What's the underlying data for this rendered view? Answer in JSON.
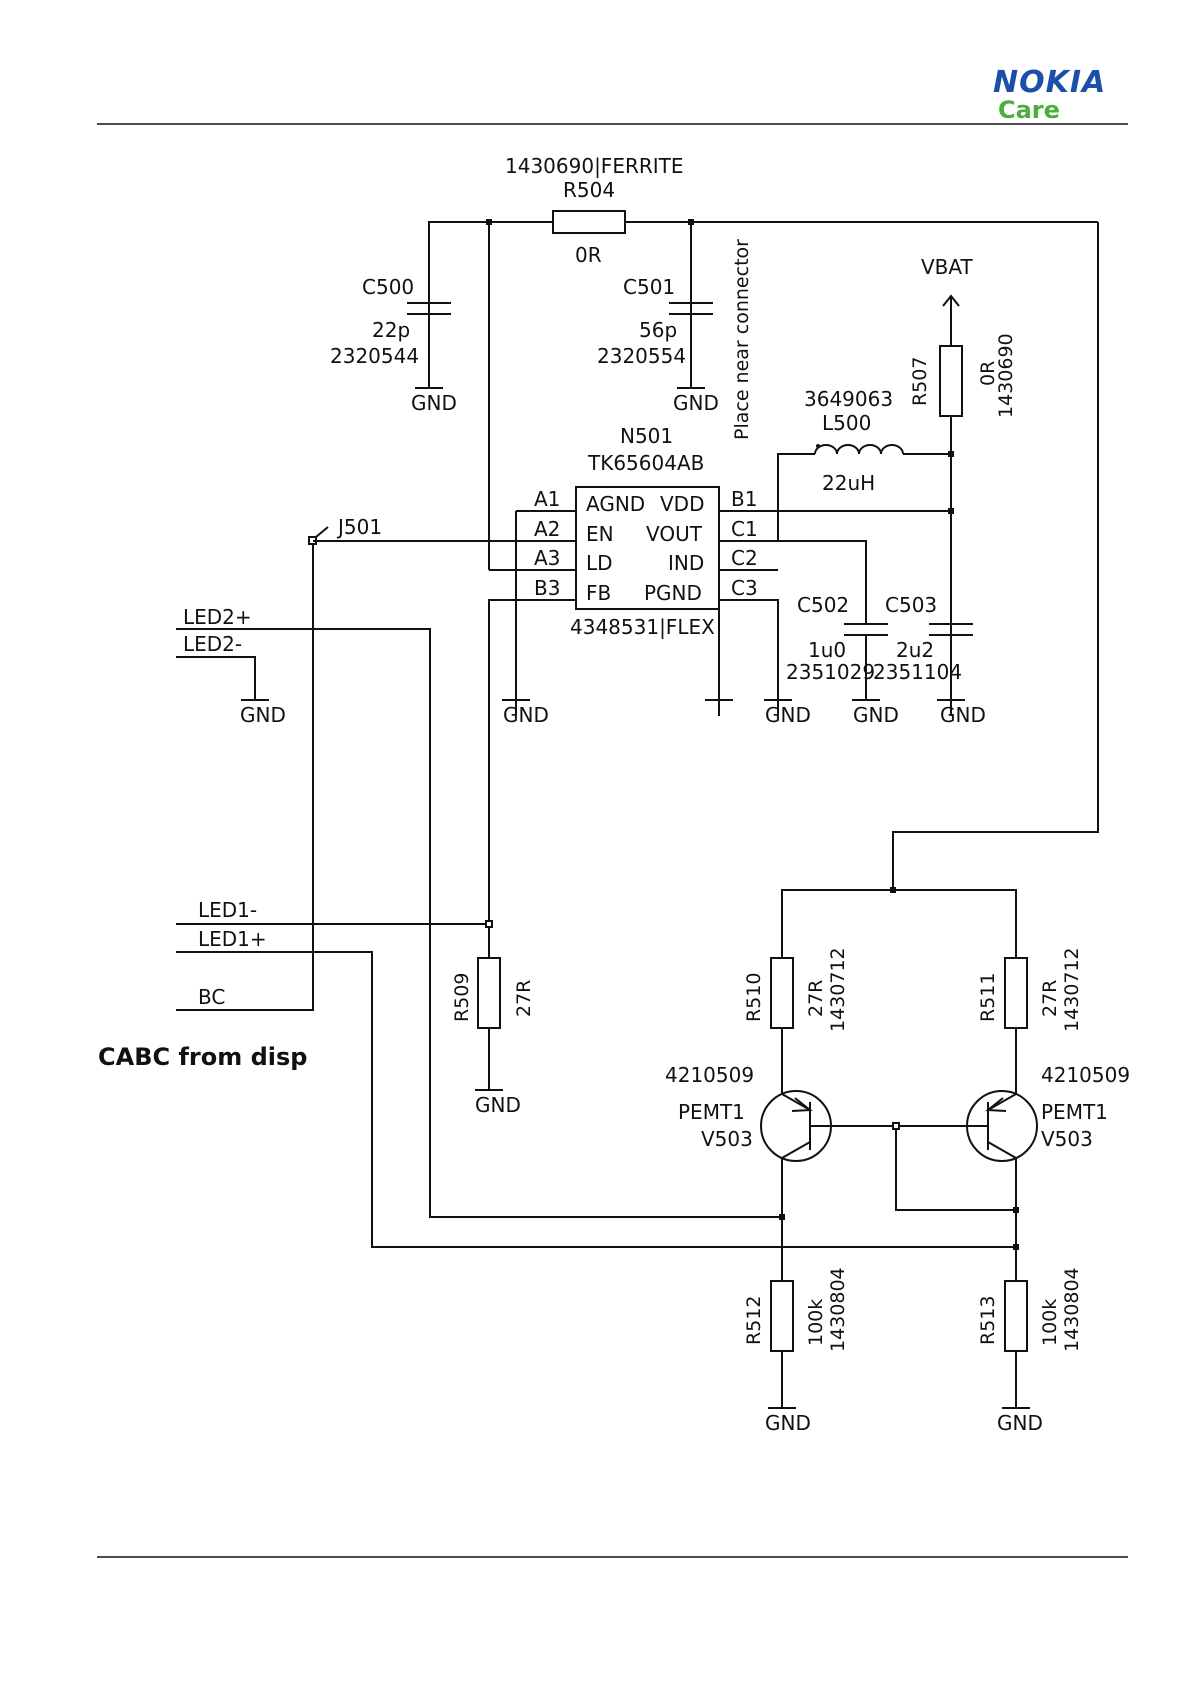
{
  "header": {
    "brand": "NOKIA",
    "sub": "Care",
    "brand_color": "#1b4fa8",
    "sub_color": "#4cae3c"
  },
  "schematic": {
    "r504": {
      "part": "1430690|FERRITE",
      "ref": "R504",
      "value": "0R"
    },
    "c500": {
      "ref": "C500",
      "value": "22p",
      "part": "2320544"
    },
    "c501": {
      "ref": "C501",
      "value": "56p",
      "part": "2320554"
    },
    "note": "Place near connector",
    "vbat": "VBAT",
    "r507": {
      "ref": "R507",
      "value": "0R",
      "part": "1430690"
    },
    "l500": {
      "part": "3649063",
      "ref": "L500",
      "value": "22uH"
    },
    "n501": {
      "ref": "N501",
      "name": "TK65604AB",
      "part": "4348531|FLEX",
      "pins_left": [
        "A1",
        "A2",
        "A3",
        "B3"
      ],
      "names_left": [
        "AGND",
        "EN",
        "LD",
        "FB"
      ],
      "names_right": [
        "VDD",
        "VOUT",
        "IND",
        "PGND"
      ],
      "pins_right": [
        "B1",
        "C1",
        "C2",
        "C3"
      ]
    },
    "j501": "J501",
    "c502": {
      "ref": "C502",
      "value": "1u0",
      "part": "2351029"
    },
    "c503": {
      "ref": "C503",
      "value": "2u2",
      "part": "2351104"
    },
    "gnd": "GND",
    "nets": {
      "led2p": "LED2+",
      "led2m": "LED2-",
      "led1m": "LED1-",
      "led1p": "LED1+",
      "bc": "BC"
    },
    "cabc": "CABC from disp",
    "r509": {
      "ref": "R509",
      "value": "27R"
    },
    "r510": {
      "ref": "R510",
      "value": "27R",
      "part": "1430712"
    },
    "r511": {
      "ref": "R511",
      "value": "27R",
      "part": "1430712"
    },
    "v503_left": {
      "part": "4210509",
      "type": "PEMT1",
      "ref": "V503"
    },
    "v503_right": {
      "part": "4210509",
      "type": "PEMT1",
      "ref": "V503"
    },
    "r512": {
      "ref": "R512",
      "value": "100k",
      "part": "1430804"
    },
    "r513": {
      "ref": "R513",
      "value": "100k",
      "part": "1430804"
    }
  }
}
